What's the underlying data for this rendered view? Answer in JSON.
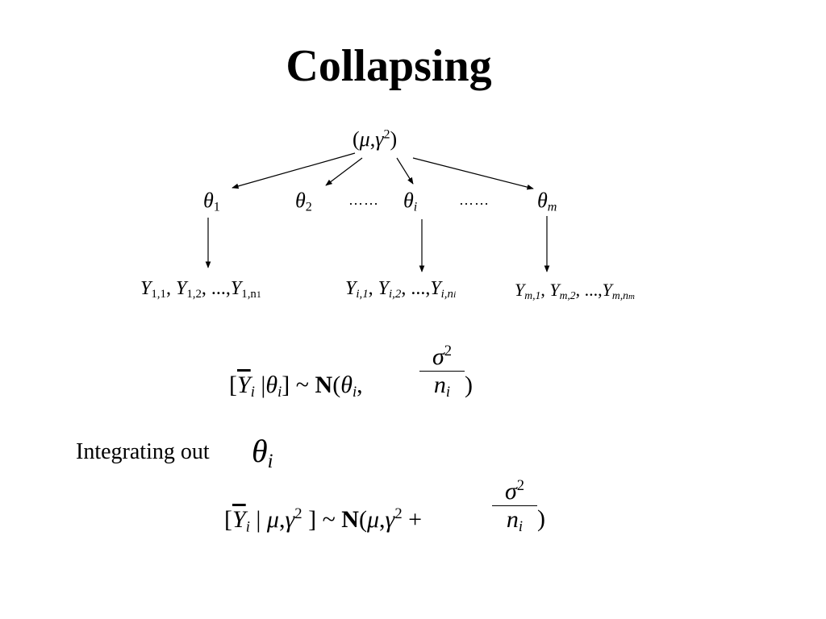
{
  "slide": {
    "title": "Collapsing",
    "integrating_label": "Integrating out"
  },
  "diagram": {
    "root": {
      "open": "(",
      "mu": "μ",
      "comma": ",",
      "gamma": "γ",
      "sup": "2",
      "close": ")"
    },
    "theta": "θ",
    "theta_nodes": [
      {
        "sub": "1"
      },
      {
        "sub": "2"
      },
      {
        "sub": "i"
      },
      {
        "sub": "m"
      }
    ],
    "dots": [
      "……",
      "……"
    ],
    "y_letter": "Y",
    "y_sep": ",",
    "y_ellipsis": "...,",
    "y_groups": [
      {
        "sub1": "1,1",
        "sub2": "1,2",
        "sub3": "1,n",
        "sub3_sub": "1"
      },
      {
        "sub1": "i,1",
        "sub2": "i,2",
        "sub3": "i,n",
        "sub3_sub": "i"
      },
      {
        "sub1": "m,1",
        "sub2": "m,2",
        "sub3": "m,n",
        "sub3_sub": "m"
      }
    ]
  },
  "equation1": {
    "lbr": "[",
    "ybar": "Y",
    "ybar_sub": "i",
    "bar": "|",
    "theta": "θ",
    "theta_sub": "i",
    "rbr": "]",
    "tilde": "~",
    "N": "N",
    "open": "(",
    "comma": ",",
    "close": ")",
    "num": "σ",
    "num_sup": "2",
    "den": "n",
    "den_sub": "i"
  },
  "integrating_symbol": {
    "theta": "θ",
    "sub": "i"
  },
  "equation2": {
    "lbr": "[",
    "ybar": "Y",
    "ybar_sub": "i",
    "bar": "|",
    "mu": "μ",
    "comma": ",",
    "gamma": "γ",
    "sup": "2",
    "rbr": "]",
    "tilde": "~",
    "N": "N",
    "open": "(",
    "plus": "+",
    "close": ")",
    "num": "σ",
    "num_sup": "2",
    "den": "n",
    "den_sub": "i"
  }
}
